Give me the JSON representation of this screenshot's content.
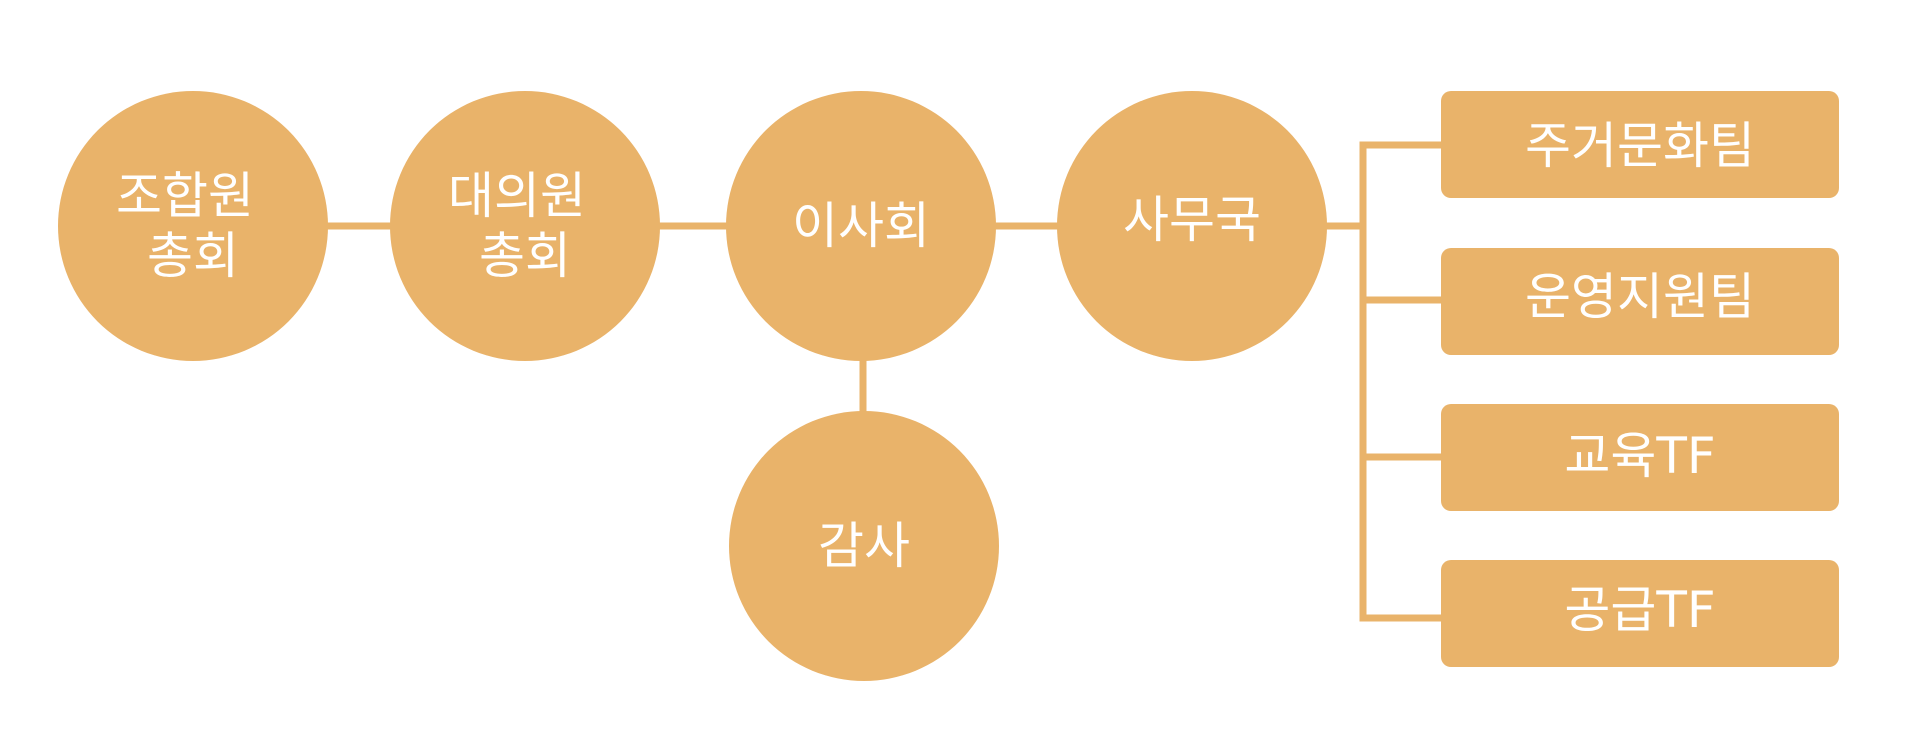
{
  "nodes": {
    "general_assembly": {
      "label_lines": [
        "조합원",
        "총회"
      ]
    },
    "delegates_assembly": {
      "label_lines": [
        "대의원",
        "총회"
      ]
    },
    "board": {
      "label_lines": [
        "이사회"
      ]
    },
    "secretariat": {
      "label_lines": [
        "사무국"
      ]
    },
    "audit": {
      "label_lines": [
        "감사"
      ]
    },
    "teams": [
      {
        "label": "주거문화팀"
      },
      {
        "label": "운영지원팀"
      },
      {
        "label": "교육TF"
      },
      {
        "label": "공급TF"
      }
    ]
  },
  "colors": {
    "node_fill": "#E9B36A",
    "connector": "#E9B36A",
    "label_text": "#FFFFFF"
  }
}
